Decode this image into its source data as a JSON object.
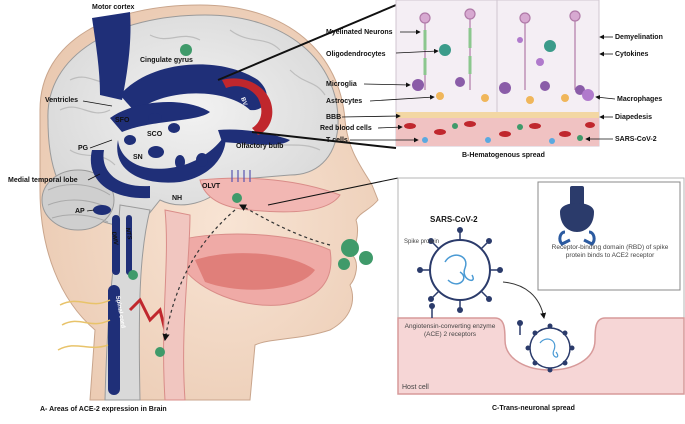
{
  "panelA": {
    "caption": "A- Areas of ACE-2 expression in Brain",
    "labels": {
      "motor_cortex": "Motor cortex",
      "cingulate_gyrus": "Cingulate gyrus",
      "bv": "BV",
      "ventricles": "Ventricles",
      "sfo": "SFO",
      "sco": "SCO",
      "pg": "PG",
      "sn": "SN",
      "olfactory_bulb": "Olfactory bulb",
      "medial_temporal_lobe": "Medial temporal lobe",
      "olvt": "OLVT",
      "nh": "NH",
      "ap": "AP",
      "dmv": "DMV",
      "nts": "NTS",
      "spinal_cord": "Spinal cord"
    }
  },
  "panelB": {
    "caption": "B-Hematogenous spread",
    "labels": {
      "myelinated_neurons": "Myelinated Neurons",
      "oligodendrocytes": "Oligodendrocytes",
      "microglia": "Microglia",
      "astrocytes": "Astrocytes",
      "bbb": "BBB",
      "red_blood_cells": "Red blood cells",
      "t_cells": "T cells",
      "demyelination": "Demyelination",
      "cytokines": "Cytokines",
      "macrophages": "Macrophages",
      "diapedesis": "Diapedesis",
      "sars_cov_2": "SARS-CoV-2"
    }
  },
  "panelC": {
    "caption": "C-Trans-neuronal spread",
    "title": "SARS-CoV-2",
    "spike_protein": "Spike protein",
    "rbd_text": "Receptor-binding domain (RBD) of spike protein binds to ACE2 receptor",
    "ace2_text": "Angiotensin-converting enzyme (ACE) 2 receptors",
    "host_cell": "Host cell"
  },
  "colors": {
    "brain_navy": "#1f2f78",
    "vessel_red": "#c0272d",
    "virus_green": "#3f9a6a",
    "skin": "#f4dcc8",
    "brain_gray": "#e6e6e6",
    "host_cell_pink": "#f6d6d6"
  }
}
